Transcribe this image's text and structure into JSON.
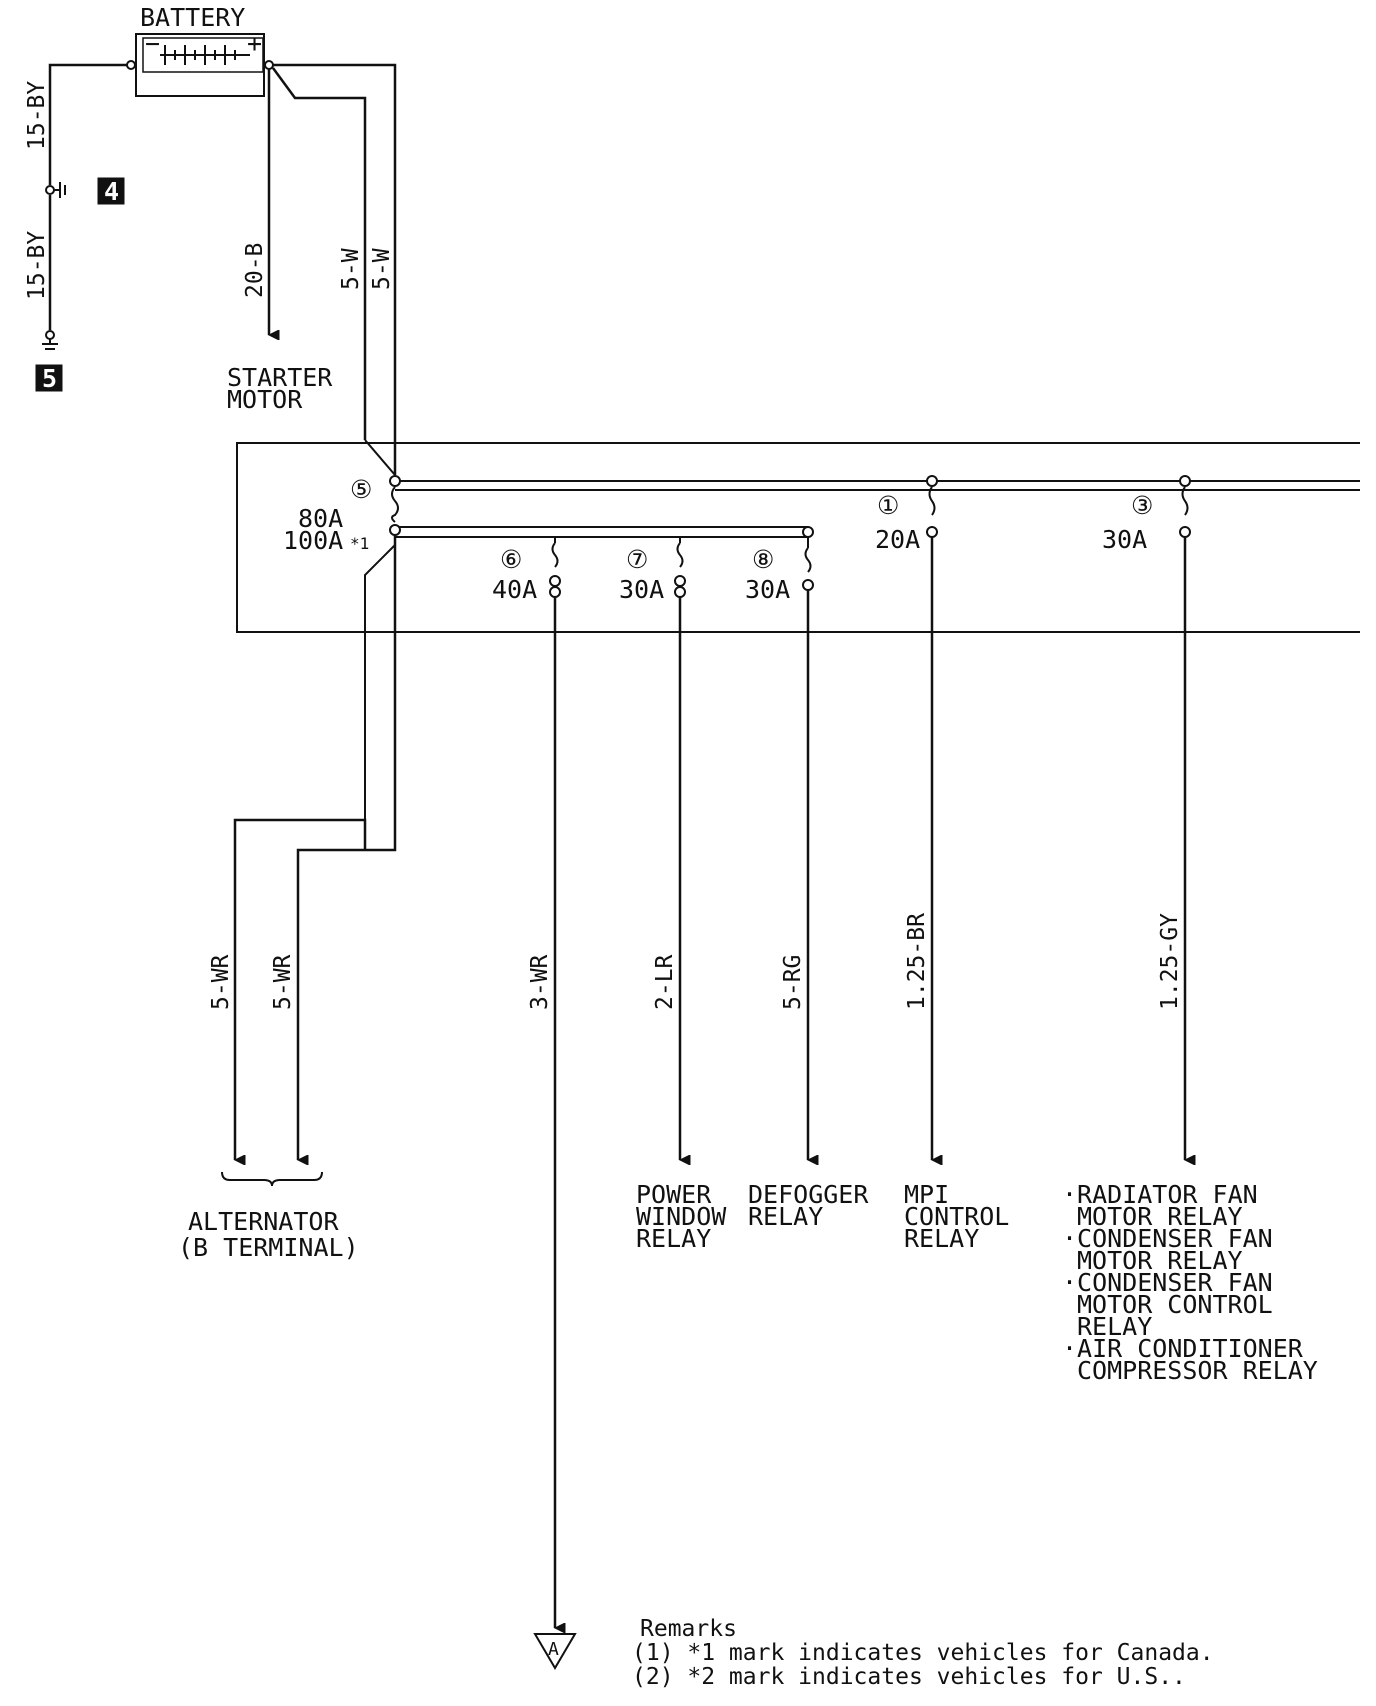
{
  "battery": {
    "label": "BATTERY",
    "minus": "−",
    "plus": "+"
  },
  "grounds": {
    "g4": "4",
    "g5": "5"
  },
  "wires": {
    "w15by_upper": "15-BY",
    "w15by_lower": "15-BY",
    "w20b": "20-B",
    "w5w_a": "5-W",
    "w5w_b": "5-W",
    "w5wr_a": "5-WR",
    "w5wr_b": "5-WR",
    "w3wr": "3-WR",
    "w2lr": "2-LR",
    "w5rg": "5-RG",
    "w125br": "1.25-BR",
    "w125gy": "1.25-GY"
  },
  "starter": {
    "line1": "STARTER",
    "line2": "MOTOR"
  },
  "fuses": {
    "f5": {
      "num": "⑤",
      "rating1": "80A",
      "rating2": "100A",
      "mark": "*1"
    },
    "f6": {
      "num": "⑥",
      "rating": "40A"
    },
    "f7": {
      "num": "⑦",
      "rating": "30A"
    },
    "f8": {
      "num": "⑧",
      "rating": "30A"
    },
    "f1": {
      "num": "①",
      "rating": "20A"
    },
    "f3": {
      "num": "③",
      "rating": "30A"
    }
  },
  "loads": {
    "alternator": [
      "ALTERNATOR",
      "(B TERMINAL)"
    ],
    "power_window": [
      "POWER",
      "WINDOW",
      "RELAY"
    ],
    "defogger": [
      "DEFOGGER",
      "RELAY"
    ],
    "mpi": [
      "MPI",
      "CONTROL",
      "RELAY"
    ],
    "radiator": [
      "·RADIATOR FAN",
      "MOTOR RELAY",
      "·CONDENSER FAN",
      "MOTOR RELAY",
      "·CONDENSER FAN",
      "MOTOR CONTROL",
      "RELAY",
      "·AIR CONDITIONER",
      "COMPRESSOR RELAY"
    ]
  },
  "connector": {
    "label": "A"
  },
  "remarks": {
    "title": "Remarks",
    "r1": "(1) *1 mark indicates vehicles for Canada.",
    "r2": "(2) *2 mark indicates vehicles for U.S.."
  }
}
